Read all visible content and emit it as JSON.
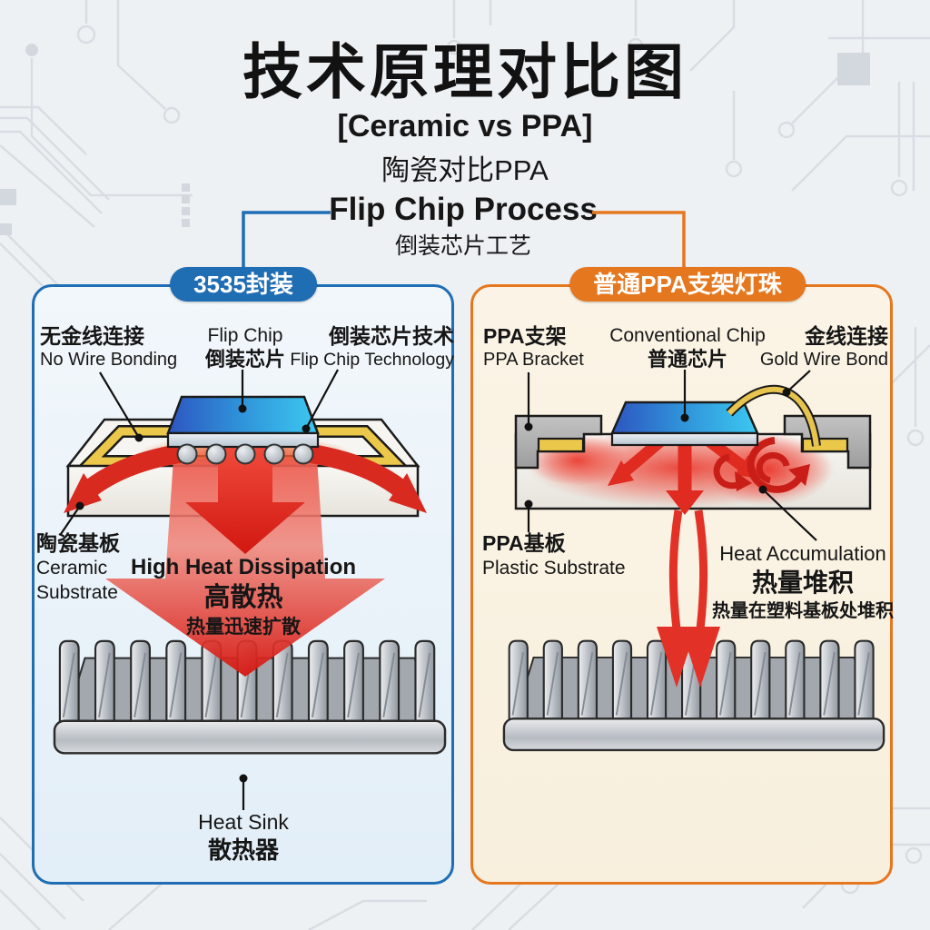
{
  "header": {
    "title": "技术原理对比图",
    "subtitle_en": "[Ceramic vs PPA]",
    "subtitle_zh": "陶瓷对比PPA",
    "process_en": "Flip Chip Process",
    "process_zh": "倒装芯片工艺"
  },
  "colors": {
    "left_accent": "#1f6db3",
    "right_accent": "#e5771f",
    "heat_red": "#df2b20",
    "gold": "#ecc84a",
    "chip_blue": "#2f8fd8",
    "panel_bg_left": "#e8f1f9",
    "panel_bg_right": "#faf2e2"
  },
  "left": {
    "header": "3535封装",
    "label_no_wire_zh": "无金线连接",
    "label_no_wire_en": "No Wire Bonding",
    "label_chip_en": "Flip Chip",
    "label_chip_zh": "倒装芯片",
    "label_tech_zh": "倒装芯片技术",
    "label_tech_en": "Flip Chip Technology",
    "substrate_zh": "陶瓷基板",
    "substrate_en1": "Ceramic",
    "substrate_en2": "Substrate",
    "dissipation_en": "High Heat Dissipation",
    "dissipation_zh": "高散热",
    "dissipation_note": "热量迅速扩散",
    "heatsink_en": "Heat Sink",
    "heatsink_zh": "散热器"
  },
  "right": {
    "header": "普通PPA支架灯珠",
    "label_bracket_zh": "PPA支架",
    "label_bracket_en": "PPA Bracket",
    "label_chip_en": "Conventional Chip",
    "label_chip_zh": "普通芯片",
    "label_wire_zh": "金线连接",
    "label_wire_en": "Gold Wire Bond",
    "substrate_zh": "PPA基板",
    "substrate_en": "Plastic Substrate",
    "accumulation_en": "Heat Accumulation",
    "accumulation_zh": "热量堆积",
    "accumulation_note": "热量在塑料基板处堆积"
  }
}
